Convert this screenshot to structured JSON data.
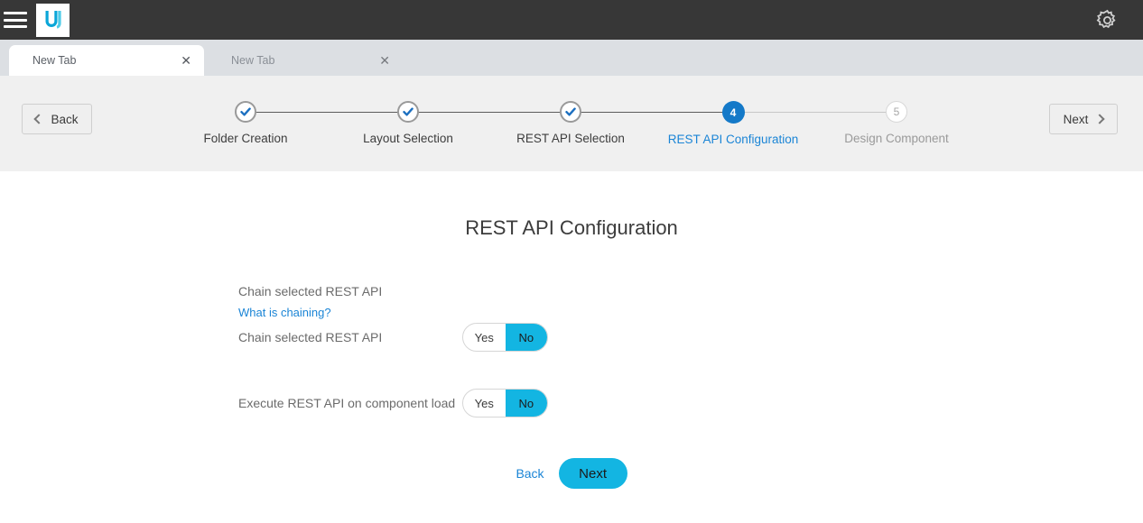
{
  "topbar": {
    "menu_icon": "hamburger-menu-icon",
    "logo_icon": "app-logo-uj",
    "settings_icon": "gear-icon"
  },
  "tabs": [
    {
      "label": "New Tab",
      "close_glyph": "✕",
      "active": true
    },
    {
      "label": "New Tab",
      "close_glyph": "✕",
      "active": false
    }
  ],
  "toolbar": {
    "back_label": "Back",
    "next_label": "Next"
  },
  "stepper": {
    "steps": [
      {
        "label": "Folder Creation",
        "marker": "✓",
        "state": "done"
      },
      {
        "label": "Layout Selection",
        "marker": "✓",
        "state": "done"
      },
      {
        "label": "REST API Selection",
        "marker": "✓",
        "state": "done"
      },
      {
        "label": "REST API Configuration",
        "marker": "4",
        "state": "current"
      },
      {
        "label": "Design Component",
        "marker": "5",
        "state": "todo"
      }
    ]
  },
  "main": {
    "title": "REST API Configuration",
    "heading_text": "Chain selected REST API",
    "help_link": "What is chaining?",
    "fields": [
      {
        "label": "Chain selected REST API",
        "toggle": {
          "yes_label": "Yes",
          "no_label": "No",
          "value": "No"
        }
      },
      {
        "label": "Execute REST API on component load",
        "toggle": {
          "yes_label": "Yes",
          "no_label": "No",
          "value": "No"
        }
      }
    ],
    "actions": {
      "back_label": "Back",
      "next_label": "Next"
    }
  },
  "colors": {
    "accent_blue": "#1b85d6",
    "accent_cyan": "#13b5e2",
    "topbar_dark": "#373737",
    "band_gray": "#f0f0f0"
  }
}
